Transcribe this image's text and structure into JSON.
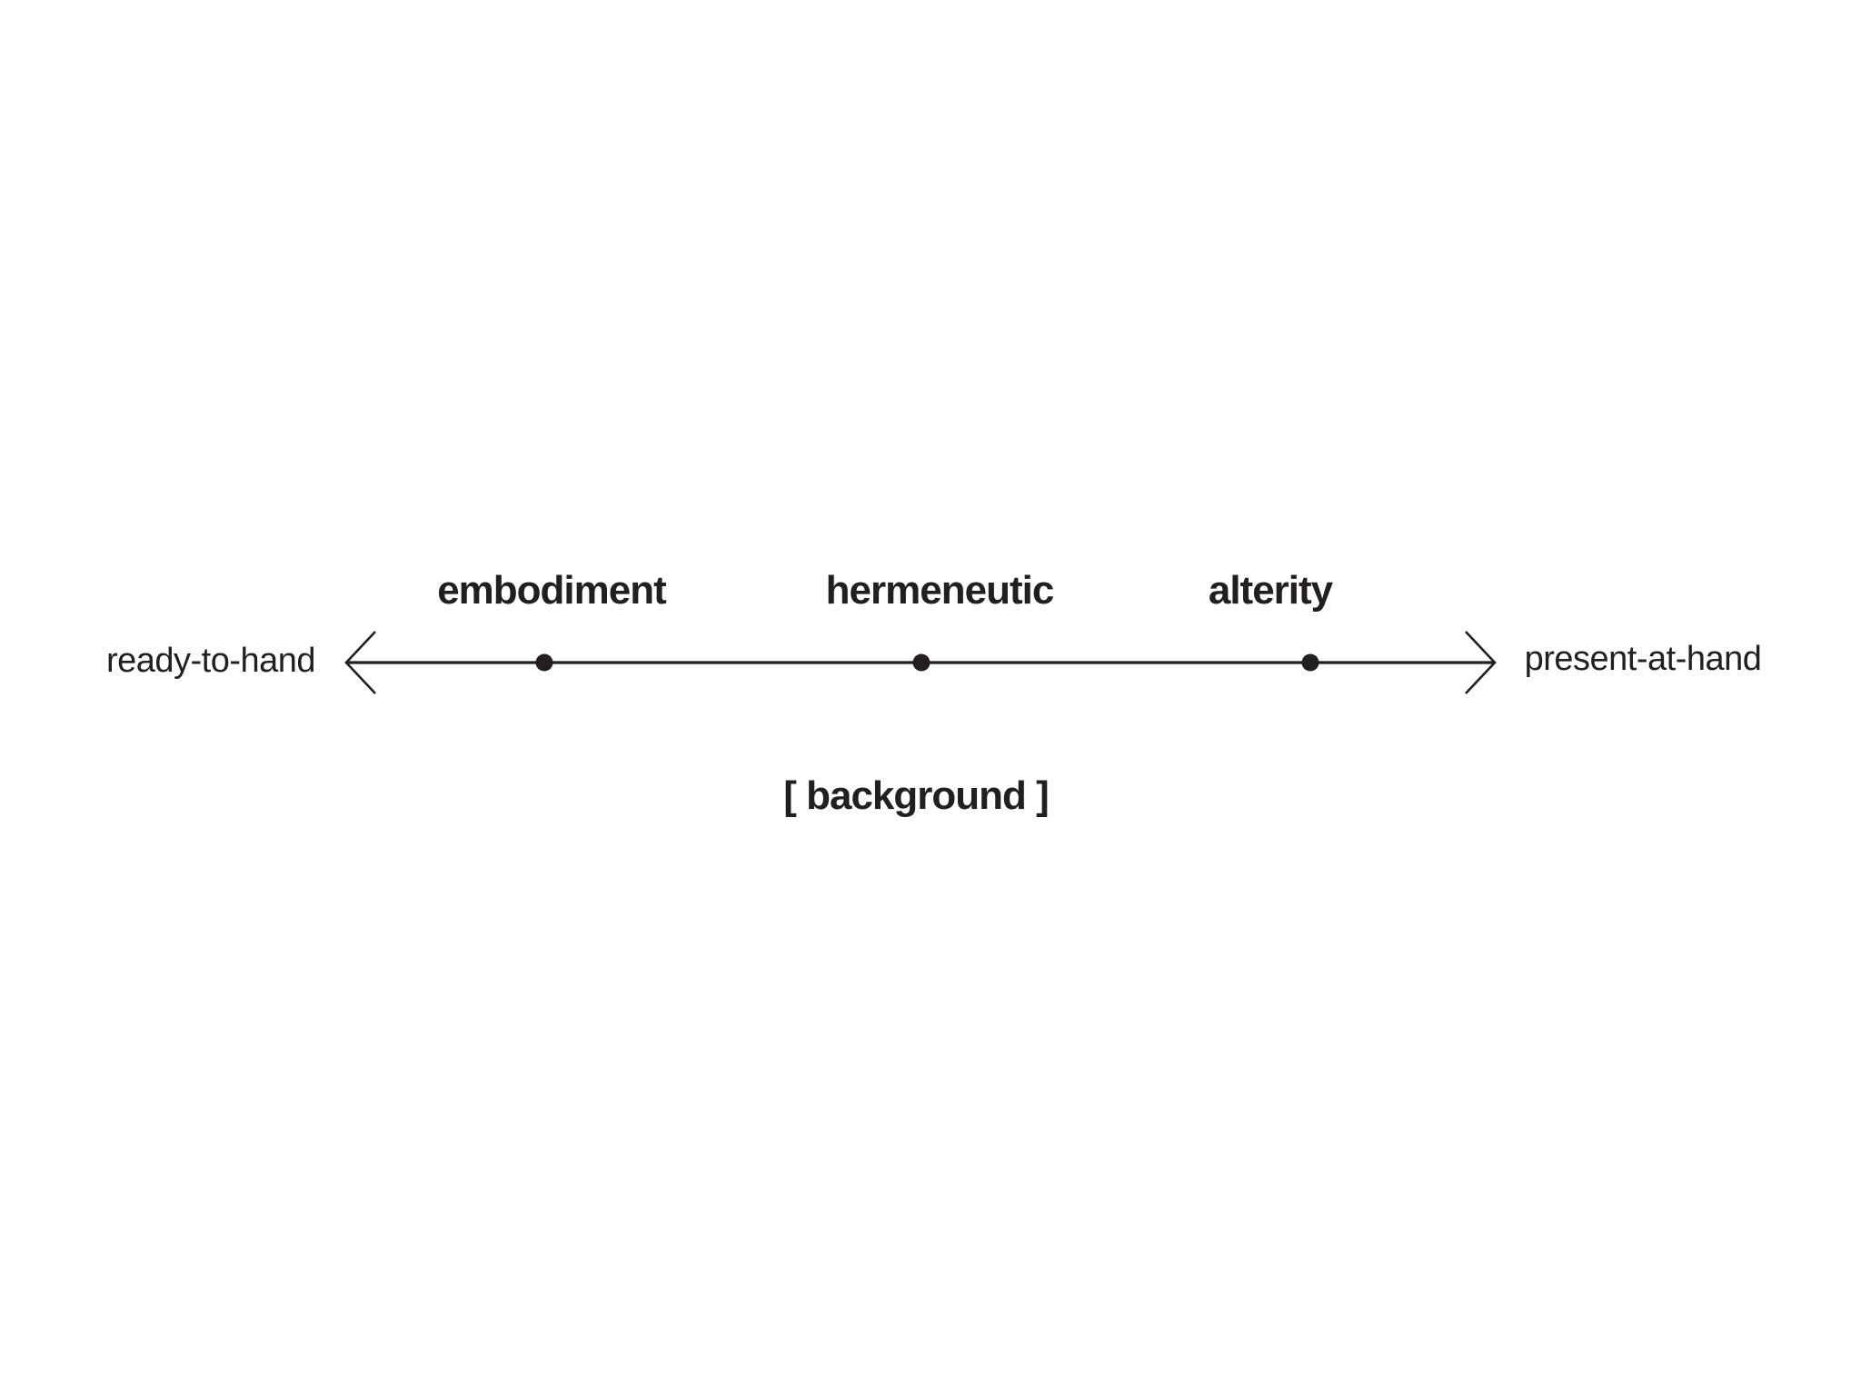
{
  "diagram": {
    "description_colors": {
      "ink": "#231f20",
      "background": "#ffffff"
    },
    "axis": {
      "left_end_label": "ready-to-hand",
      "right_end_label": "present-at-hand",
      "below_label": "[ background ]",
      "points": [
        {
          "label": "embodiment"
        },
        {
          "label": "hermeneutic"
        },
        {
          "label": "alterity"
        }
      ]
    }
  }
}
